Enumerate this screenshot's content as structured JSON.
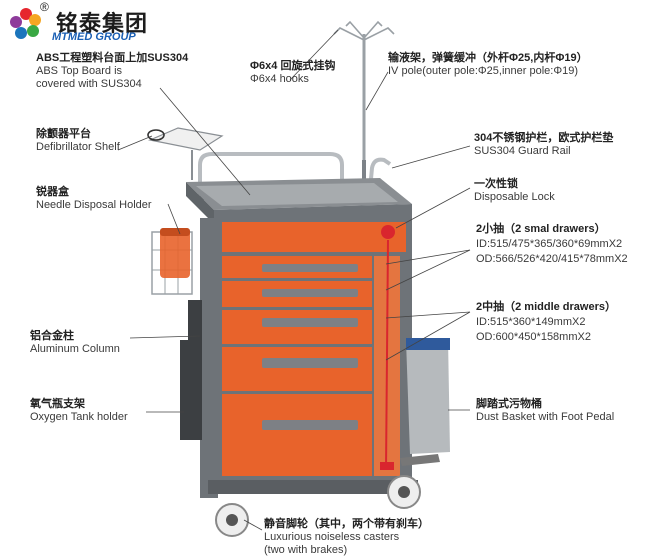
{
  "logo": {
    "reg_mark": "®",
    "cn_name": "铭泰集团",
    "en_name": "MTMED GROUP"
  },
  "labels": {
    "abs_top": {
      "cn": "ABS工程塑料台面上加SUS304",
      "en1": "ABS Top Board is",
      "en2": "covered with SUS304"
    },
    "hooks": {
      "cn": "Φ6x4 回旋式挂钩",
      "en": "Φ6x4 hooks"
    },
    "iv_pole": {
      "cn": "输液架，弹簧缓冲（外杆Φ25,内杆Φ19）",
      "en": "IV pole(outer pole:Φ25,inner pole:Φ19)"
    },
    "defib": {
      "cn": "除颤器平台",
      "en": "Defibrillator Shelf"
    },
    "guard": {
      "cn": "304不锈钢护栏，欧式护栏垫",
      "en": "SUS304  Guard Rail"
    },
    "lock": {
      "cn": "一次性锁",
      "en": "Disposable Lock"
    },
    "needle": {
      "cn": "锐器盒",
      "en": "Needle Disposal Holder"
    },
    "small_drawers": {
      "cn": "2小抽（2 smal drawers）",
      "id": "ID:515/475*365/360*69mmX2",
      "od": "OD:566/526*420/415*78mmX2"
    },
    "middle_drawers": {
      "cn": "2中抽（2 middle drawers）",
      "id": "ID:515*360*149mmX2",
      "od": "OD:600*450*158mmX2"
    },
    "column": {
      "cn": "铝合金柱",
      "en": "Aluminum Column"
    },
    "oxygen": {
      "cn": "氧气瓶支架",
      "en": "Oxygen Tank holder"
    },
    "basket": {
      "cn": "脚踏式污物桶",
      "en": "Dust Basket with Foot Pedal"
    },
    "casters": {
      "cn": "静音脚轮（其中，两个带有刹车）",
      "en1": "Luxurious noiseless casters",
      "en2": "(two with brakes)"
    }
  },
  "colors": {
    "drawer": "#e8632b",
    "frame": "#6e7378",
    "handle": "#7d8085"
  }
}
